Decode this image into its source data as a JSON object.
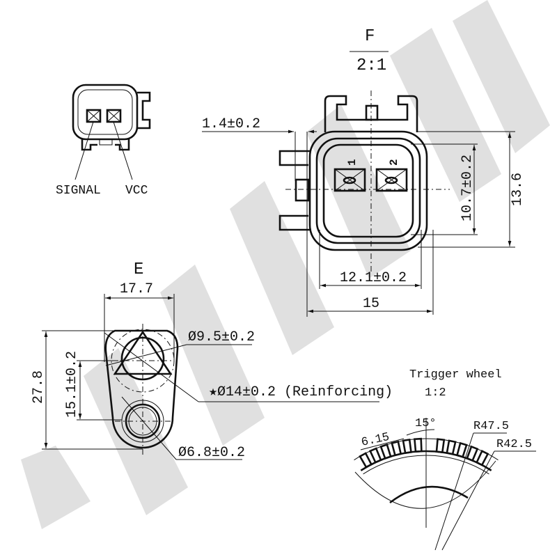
{
  "colors": {
    "line": "#111111",
    "watermark": "#d6d6d6"
  },
  "connector_front": {
    "pin_labels": [
      "SIGNAL",
      "VCC"
    ]
  },
  "view_f": {
    "title": "F",
    "scale": "2:1",
    "pins": [
      "1",
      "2"
    ],
    "dims": {
      "lock_offset": "1.4±0.2",
      "height": "13.6",
      "inner_height": "10.7±0.2",
      "inner_width": "12.1±0.2",
      "width": "15"
    }
  },
  "view_e": {
    "title": "E",
    "dims": {
      "width": "17.7",
      "length": "27.8",
      "hole_spacing": "15.1±0.2",
      "sensor_dia": "Ø9.5±0.2",
      "reinforcing": "★Ø14±0.2 (Reinforcing)",
      "hole_dia": "Ø6.8±0.2"
    }
  },
  "trigger_wheel": {
    "title": "Trigger wheel",
    "scale": "1:2",
    "dims": {
      "tooth_width": "6.15",
      "angle": "15°",
      "outer_radius": "R47.5",
      "inner_radius": "R42.5"
    }
  }
}
